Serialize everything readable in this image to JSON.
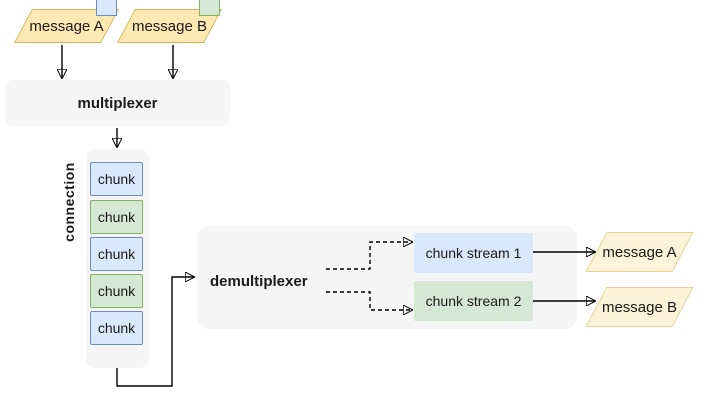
{
  "diagram": {
    "inputs": [
      {
        "label": "message A"
      },
      {
        "label": "message B"
      }
    ],
    "multiplexer": {
      "label": "multiplexer"
    },
    "connection": {
      "label": "connection",
      "chunks": [
        {
          "label": "chunk",
          "color": "blue"
        },
        {
          "label": "chunk",
          "color": "green"
        },
        {
          "label": "chunk",
          "color": "blue"
        },
        {
          "label": "chunk",
          "color": "green"
        },
        {
          "label": "chunk",
          "color": "blue"
        }
      ]
    },
    "demultiplexer": {
      "label": "demultiplexer"
    },
    "streams": [
      {
        "label": "chunk stream 1",
        "color": "blue"
      },
      {
        "label": "chunk stream 2",
        "color": "green"
      }
    ],
    "outputs": [
      {
        "label": "message A"
      },
      {
        "label": "message B"
      }
    ],
    "colors": {
      "container_gray": "#f5f5f5",
      "blue_fill": "#dae8fc",
      "blue_stroke": "#6c8ebf",
      "green_fill": "#d5e8d4",
      "green_stroke": "#82b366",
      "yellow_fill": "#ffe9b3",
      "yellow_stroke": "#d9b456",
      "yellow_fill_pale": "#fdf3d8",
      "yellow_stroke_pale": "#e8cf92",
      "line": "#000000"
    }
  }
}
